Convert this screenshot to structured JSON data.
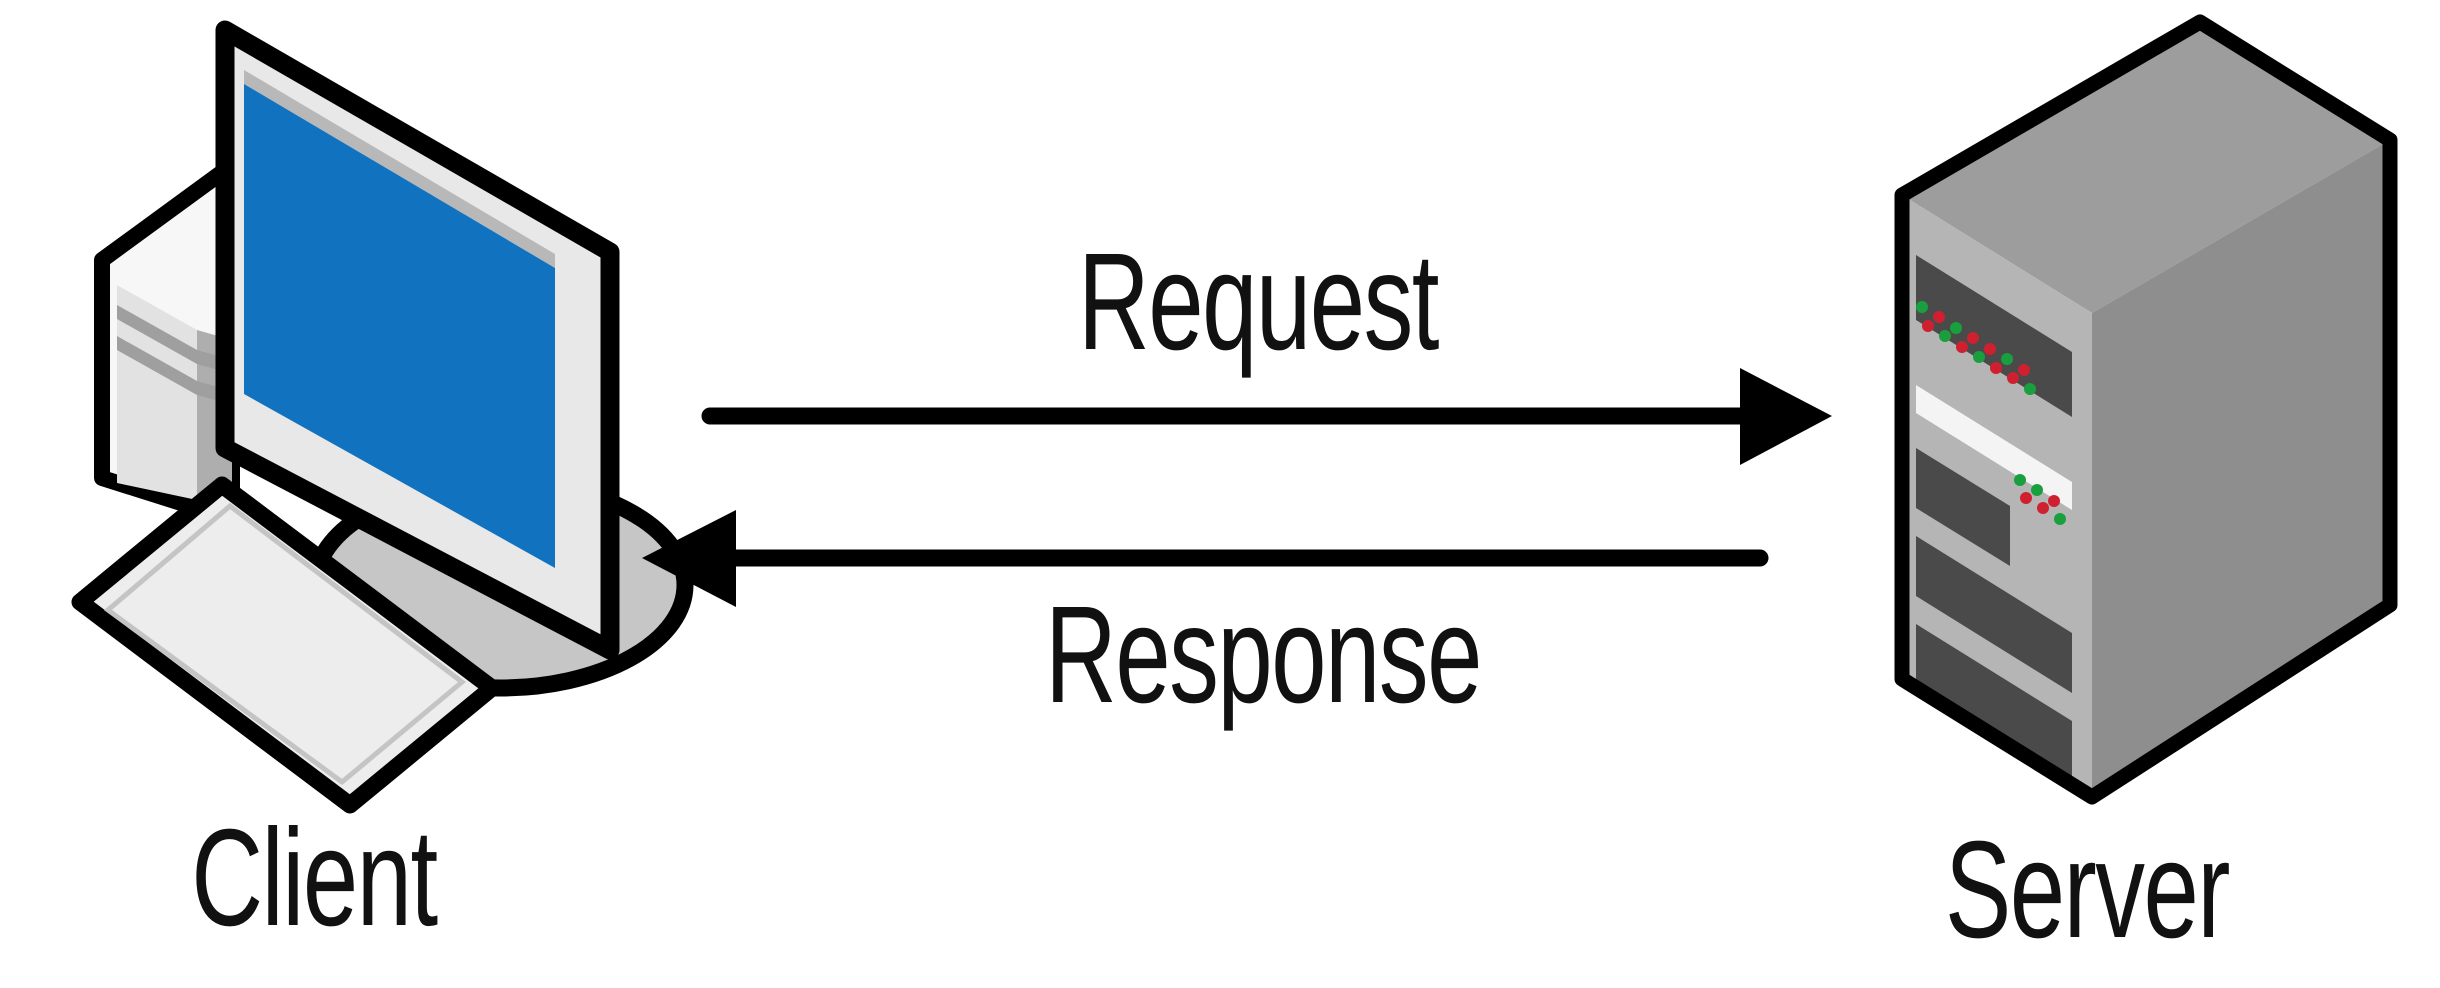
{
  "diagram": {
    "type": "client-server-request-response",
    "nodes": [
      {
        "id": "client",
        "label": "Client",
        "icon": "desktop-computer-icon"
      },
      {
        "id": "server",
        "label": "Server",
        "icon": "server-tower-icon"
      }
    ],
    "edges": [
      {
        "id": "request",
        "label": "Request",
        "from": "client",
        "to": "server",
        "direction": "right"
      },
      {
        "id": "response",
        "label": "Response",
        "from": "server",
        "to": "client",
        "direction": "left"
      }
    ]
  },
  "colors": {
    "background": "#ffffff",
    "outline": "#000000",
    "text": "#111111",
    "screen_blue": "#1173c0",
    "monitor_frame": "#e8e8e8",
    "tower_front": "#e2e2e2",
    "keyboard": "#ededed",
    "server_top": "#9d9d9d",
    "server_side": "#8e8e8e",
    "server_front": "#b5b5b5",
    "server_slot": "#4a4a4a",
    "led_red": "#cf2030",
    "led_green": "#1a9f3e"
  }
}
